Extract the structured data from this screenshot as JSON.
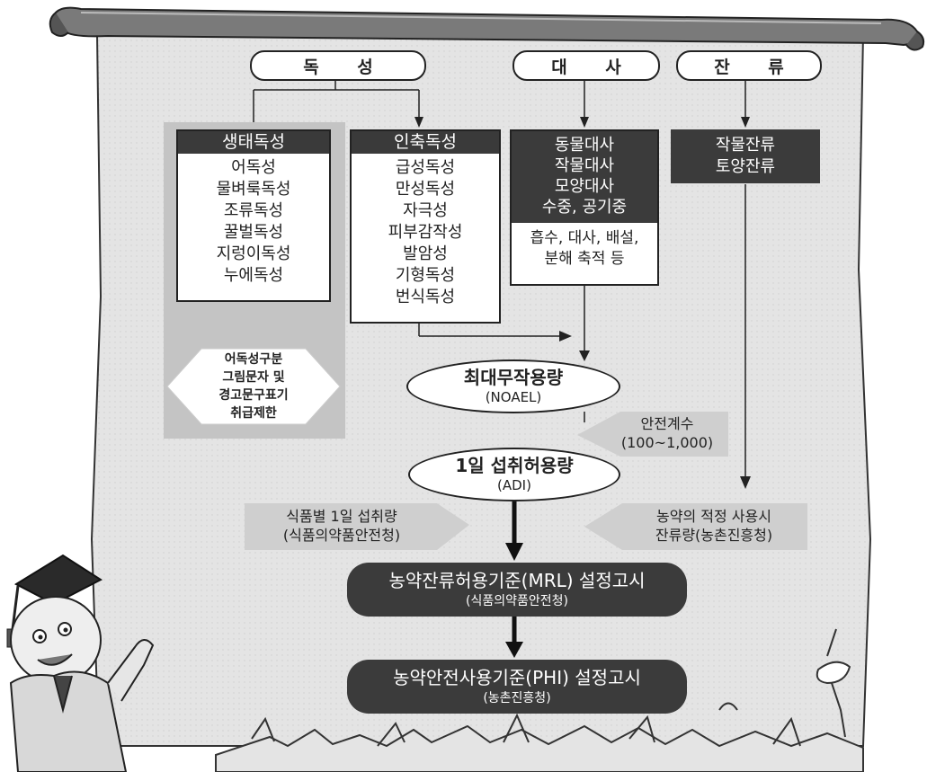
{
  "top": {
    "toxicity": "독 성",
    "metabolism": "대 사",
    "residue": "잔 류"
  },
  "eco": {
    "title": "생태독성",
    "items": [
      "어독성",
      "물벼룩독성",
      "조류독성",
      "꿀벌독성",
      "지렁이독성",
      "누에독성"
    ],
    "outcome": [
      "어독성구분",
      "그림문자 및",
      "경고문구표기",
      "취급제한"
    ]
  },
  "human": {
    "title": "인축독성",
    "items": [
      "급성독성",
      "만성독성",
      "자극성",
      "피부감작성",
      "발암성",
      "기형독성",
      "번식독성"
    ]
  },
  "metab": {
    "dark_items": [
      "동물대사",
      "작물대사",
      "모양대사",
      "수중, 공기중"
    ],
    "items": [
      "흡수, 대사, 배설,",
      "분해 축적 등"
    ]
  },
  "resid": {
    "items": [
      "작물잔류",
      "토양잔류"
    ]
  },
  "noael": {
    "title": "최대무작용량",
    "sub": "(NOAEL)"
  },
  "safety": {
    "line1": "안전계수",
    "line2": "(100~1,000)"
  },
  "adi": {
    "title": "1일 섭취허용량",
    "sub": "(ADI)"
  },
  "intake": {
    "line1": "식품별 1일 섭취량",
    "line2": "(식품의약품안전청)"
  },
  "proper_use": {
    "line1": "농약의 적정 사용시",
    "line2": "잔류량(농촌진흥청)"
  },
  "mrl": {
    "title": "농약잔류허용기준(MRL) 설정고시",
    "sub": "(식품의약품안전청)"
  },
  "phi": {
    "title": "농약안전사용기준(PHI) 설정고시",
    "sub": "(농촌진흥청)"
  },
  "colors": {
    "board": "#e6e6e6",
    "dark": "#3b3b3b",
    "panel": "#c4c4c4",
    "grass": "#3a3a3a"
  }
}
